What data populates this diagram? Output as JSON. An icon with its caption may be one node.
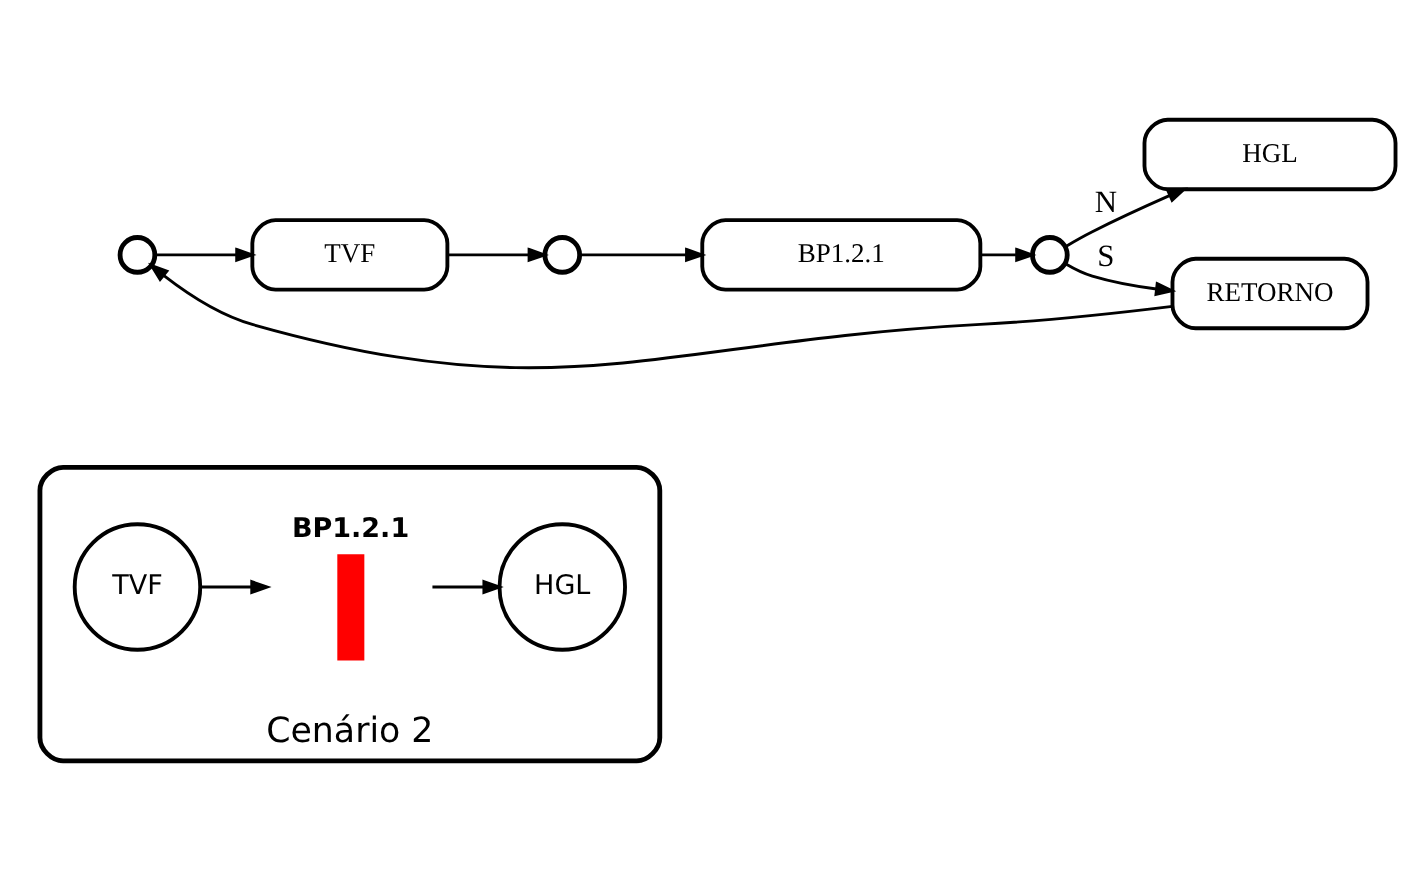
{
  "diagram": {
    "nodes": [
      {
        "text": [
          "Cenário 2"
        ]
      },
      {
        "text": [
          "TVF"
        ],
        "in": 0
      },
      {
        "text": [
          "BP1.2.1"
        ],
        "in": 0
      },
      {
        "text": [
          "HGL"
        ],
        "in": 0
      },
      {
        "text": [],
        "shape": "circle"
      },
      {
        "text": [
          "TVF"
        ]
      },
      {
        "text": [],
        "shape": "circle"
      },
      {
        "text": [
          "BP1.2.1"
        ]
      },
      {
        "text": [],
        "shape": "circle"
      },
      {
        "text": [
          "HGL"
        ]
      },
      {
        "text": [
          "RETORNO"
        ]
      }
    ],
    "edges": [
      {
        "from": 1,
        "to": 2,
        "arrow": "to"
      },
      {
        "from": 2,
        "to": 3,
        "arrow": "to"
      },
      {
        "from": 4,
        "to": 5,
        "arrow": "to"
      },
      {
        "from": 5,
        "to": 6,
        "arrow": "to"
      },
      {
        "from": 6,
        "to": 7,
        "arrow": "to"
      },
      {
        "from": 7,
        "to": 8,
        "arrow": "to"
      },
      {
        "from": 8,
        "to": 9,
        "arrow": "to",
        "label": "N"
      },
      {
        "from": 8,
        "to": 10,
        "arrow": "to",
        "label": "S"
      },
      {
        "from": 10,
        "to": 4,
        "arrow": "to"
      }
    ]
  }
}
